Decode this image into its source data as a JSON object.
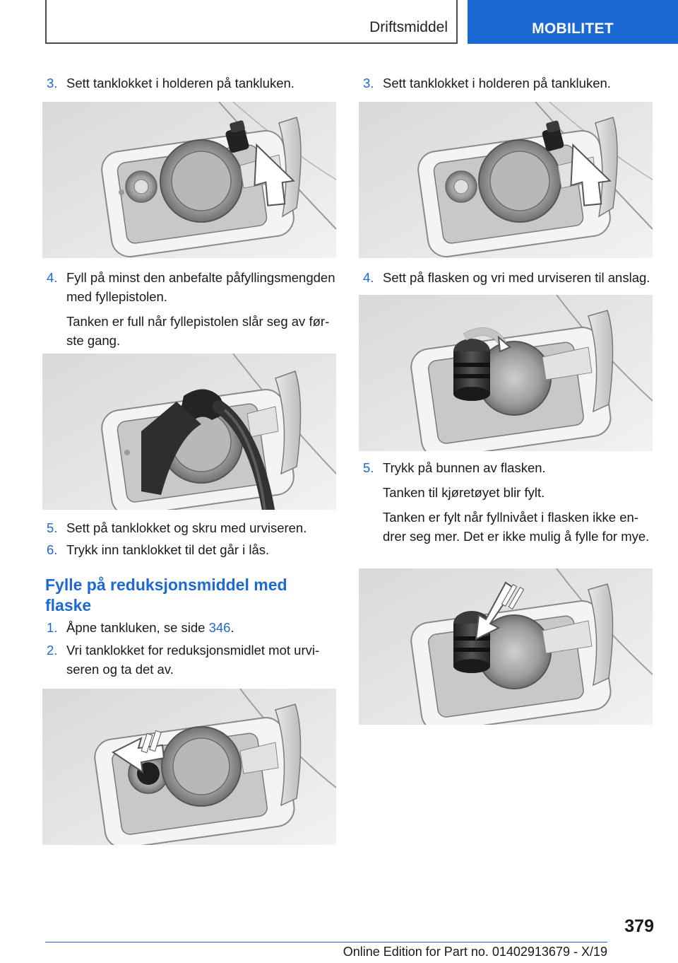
{
  "header": {
    "section": "Driftsmiddel",
    "chapter": "MOBILITET"
  },
  "left": {
    "step3": {
      "num": "3.",
      "text": "Sett tanklokket i holderen på tankluken."
    },
    "step4": {
      "num": "4.",
      "text": "Fyll på minst den anbefalte påfyllingsmeng­den med fyllepistolen.",
      "note": "Tanken er full når fyllepistolen slår seg av før­ste gang."
    },
    "step5": {
      "num": "5.",
      "text": "Sett på tanklokket og skru med urviseren."
    },
    "step6": {
      "num": "6.",
      "text": "Trykk inn tanklokket til det går i lås."
    },
    "heading": "Fylle på reduksjonsmiddel med flaske",
    "step1": {
      "num": "1.",
      "text": "Åpne tankluken, se side ",
      "link": "346",
      "after": "."
    },
    "step2": {
      "num": "2.",
      "text": "Vri tanklokket for reduksjonsmidlet mot urvi­seren og ta det av."
    }
  },
  "right": {
    "step3": {
      "num": "3.",
      "text": "Sett tanklokket i holderen på tankluken."
    },
    "step4": {
      "num": "4.",
      "text": "Sett på flasken og vri med urviseren til anslag."
    },
    "step5": {
      "num": "5.",
      "text": "Trykk på bunnen av flasken.",
      "note1": "Tanken til kjøretøyet blir fylt.",
      "note2": "Tanken er fylt når fyllnivået i flasken ikke en­drer seg mer. Det er ikke mulig å fylle for mye."
    }
  },
  "footer": {
    "page": "379",
    "edition": "Online Edition for Part no. 01402913679 - X/19"
  }
}
